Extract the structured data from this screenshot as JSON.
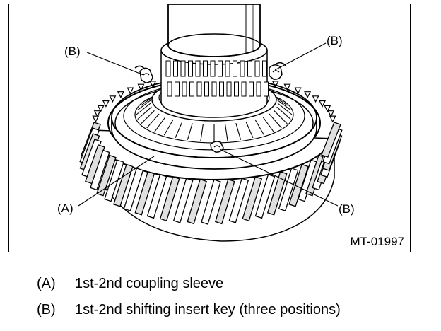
{
  "figure": {
    "id_label": "MT-01997",
    "callouts": {
      "b_left": "(B)",
      "b_right": "(B)",
      "b_center": "(B)",
      "a": "(A)"
    }
  },
  "legend": [
    {
      "key": "(A)",
      "text": "1st-2nd coupling sleeve"
    },
    {
      "key": "(B)",
      "text": "1st-2nd shifting insert key (three positions)"
    }
  ],
  "colors": {
    "ink": "#000000",
    "paper": "#ffffff",
    "shade": "#c8c8c8"
  }
}
